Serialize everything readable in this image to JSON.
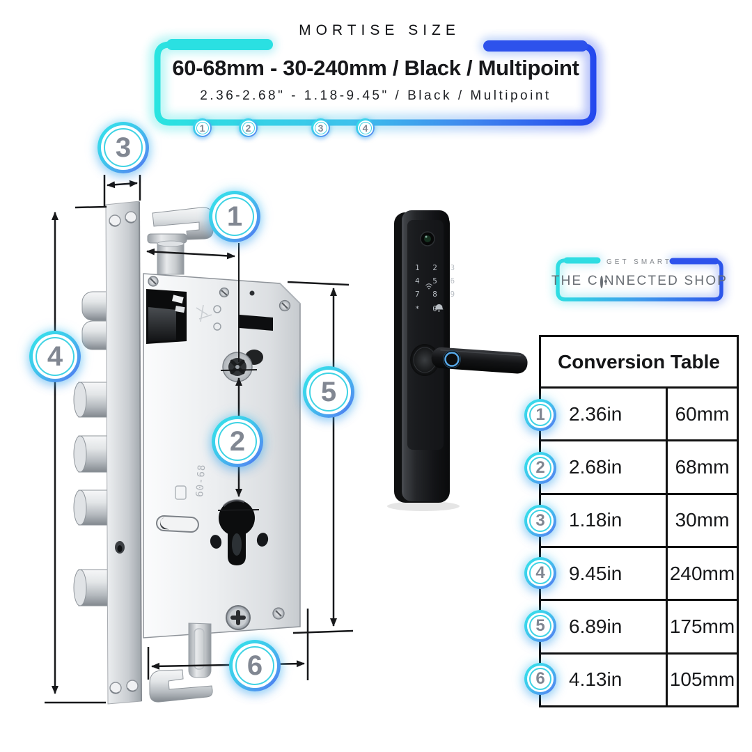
{
  "header": {
    "title": "MORTISE SIZE",
    "size_line": "60-68mm - 30-240mm / Black / Multipoint",
    "inch_line": "2.36-2.68\" - 1.18-9.45\" / Black / Multipoint",
    "marker_labels": [
      "1",
      "2",
      "3",
      "4"
    ]
  },
  "brand": {
    "tagline": "GET SMART",
    "name_prefix": "THE C",
    "name_suffix": "NNECTED SHOP"
  },
  "diagram": {
    "etch_text": "60-68",
    "callouts": [
      {
        "label": "1"
      },
      {
        "label": "2"
      },
      {
        "label": "3"
      },
      {
        "label": "4"
      },
      {
        "label": "5"
      },
      {
        "label": "6"
      }
    ]
  },
  "smart_lock": {
    "keypad_rows": [
      "1 2 3",
      "4 5 6",
      "7 8 9",
      "* 0"
    ]
  },
  "conversion_table": {
    "title": "Conversion Table",
    "rows": [
      {
        "num": "1",
        "inches": "2.36in",
        "mm": "60mm"
      },
      {
        "num": "2",
        "inches": "2.68in",
        "mm": "68mm"
      },
      {
        "num": "3",
        "inches": "1.18in",
        "mm": "30mm"
      },
      {
        "num": "4",
        "inches": "9.45in",
        "mm": "240mm"
      },
      {
        "num": "5",
        "inches": "6.89in",
        "mm": "175mm"
      },
      {
        "num": "6",
        "inches": "4.13in",
        "mm": "105mm"
      }
    ]
  },
  "colors": {
    "cyan": "#2fd9e6",
    "blue": "#2a55e6",
    "table_border": "#111111",
    "number_gray": "#818792"
  }
}
